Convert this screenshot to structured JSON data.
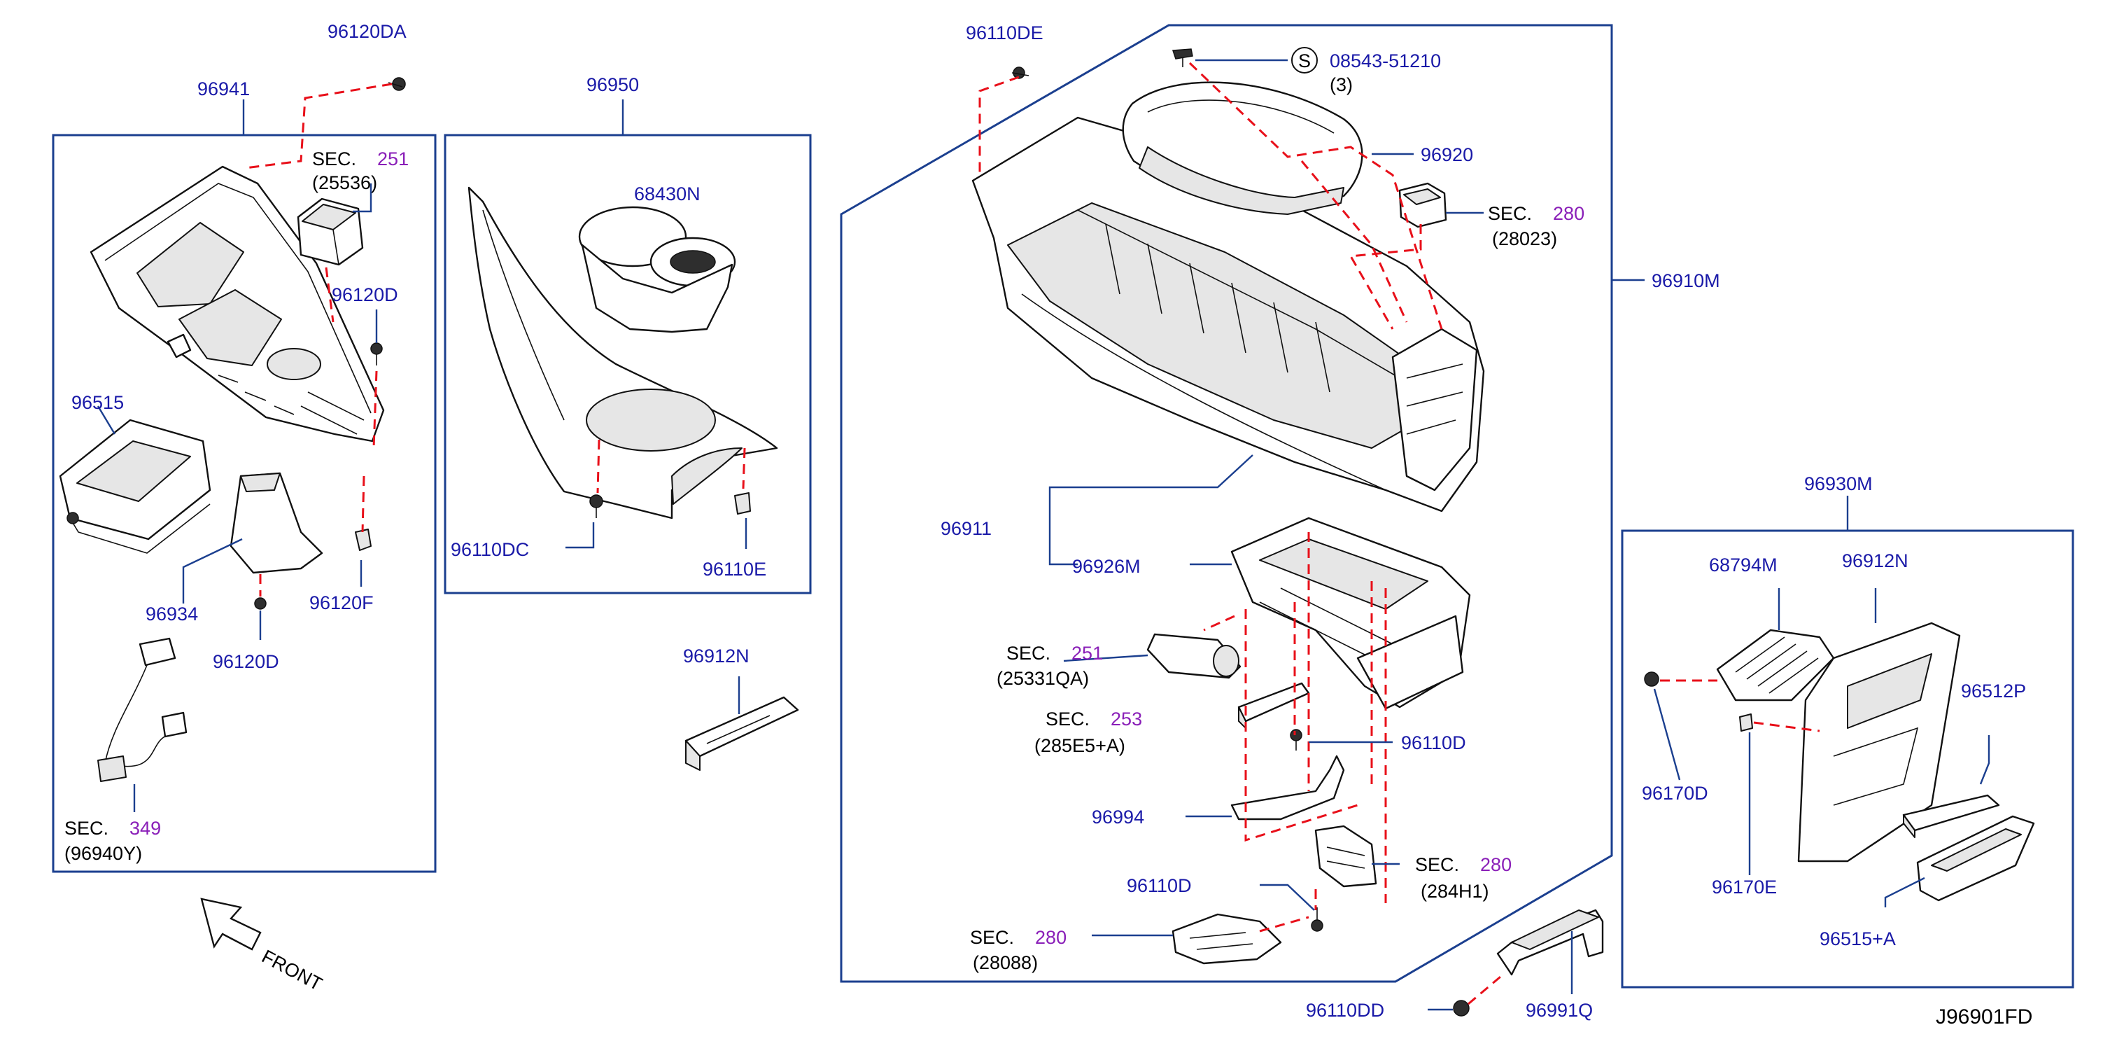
{
  "diagram": {
    "drawing_id": "J96901FD",
    "front_label": "FRONT",
    "colors": {
      "part_number": "#1a1aa8",
      "section_number": "#8a1fb8",
      "frame": "#1b3f8f",
      "dashed_leader": "#e8101a"
    },
    "labels": {
      "p96120DA": "96120DA",
      "p96941": "96941",
      "p96950": "96950",
      "p96110DE": "96110DE",
      "p08543": "08543-51210",
      "p08543_qty": "(3)",
      "s_symbol": "S",
      "p96920": "96920",
      "p96910M": "96910M",
      "p68430N": "68430N",
      "p96120D_a": "96120D",
      "p96515": "96515",
      "p96934": "96934",
      "p96120F": "96120F",
      "p96120D_b": "96120D",
      "p96110DC": "96110DC",
      "p96110E": "96110E",
      "p96912N_a": "96912N",
      "p96911": "96911",
      "p96926M": "96926M",
      "p96110D_a": "96110D",
      "p96994": "96994",
      "p96110D_b": "96110D",
      "p96110DD": "96110DD",
      "p96991Q": "96991Q",
      "p96930M": "96930M",
      "p68794M": "68794M",
      "p96912N_b": "96912N",
      "p96512P": "96512P",
      "p96170D": "96170D",
      "p96170E": "96170E",
      "p96515A": "96515+A"
    },
    "section_refs": [
      {
        "prefix": "SEC.",
        "number": "251",
        "sub": "(25536)"
      },
      {
        "prefix": "SEC.",
        "number": "349",
        "sub": "(96940Y)"
      },
      {
        "prefix": "SEC.",
        "number": "280",
        "sub": "(28023)"
      },
      {
        "prefix": "SEC.",
        "number": "251",
        "sub": "(25331QA)"
      },
      {
        "prefix": "SEC.",
        "number": "253",
        "sub": "(285E5+A)"
      },
      {
        "prefix": "SEC.",
        "number": "280",
        "sub": "(284H1)"
      },
      {
        "prefix": "SEC.",
        "number": "280",
        "sub": "(28088)"
      }
    ]
  }
}
